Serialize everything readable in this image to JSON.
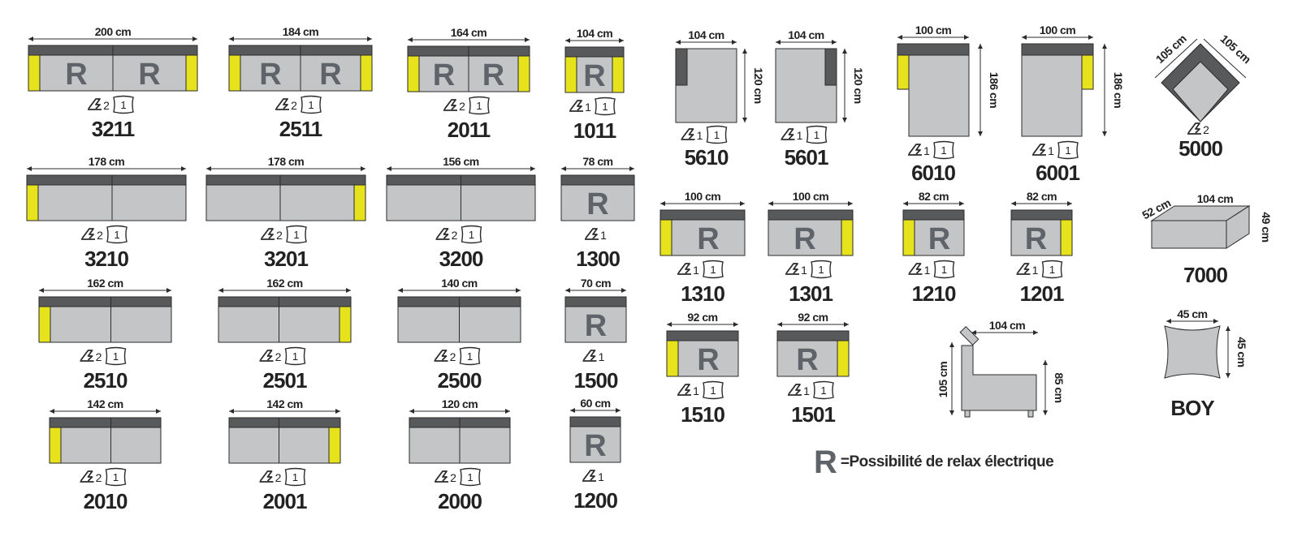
{
  "colors": {
    "seat": "#c4c5c7",
    "back": "#58595b",
    "arm": "#e6e21c",
    "outline": "#2b2b2b",
    "text": "#222222",
    "relax_letter": "#5f646a"
  },
  "legend": {
    "letter": "R",
    "text": "=Possibilité de relax électrique"
  },
  "modules": [
    {
      "id": "m3211",
      "code": "3211",
      "dim": "200 cm",
      "shape": "sofa",
      "seats": 2,
      "arm": "both",
      "relax": true,
      "icon": [
        "2",
        "1"
      ]
    },
    {
      "id": "m2511",
      "code": "2511",
      "dim": "184 cm",
      "shape": "sofa",
      "seats": 2,
      "arm": "both",
      "relax": true,
      "icon": [
        "2",
        "1"
      ]
    },
    {
      "id": "m2011",
      "code": "2011",
      "dim": "164 cm",
      "shape": "sofa",
      "seats": 2,
      "arm": "both",
      "relax": true,
      "icon": [
        "2",
        "1"
      ]
    },
    {
      "id": "m1011",
      "code": "1011",
      "dim": "104 cm",
      "shape": "sofa",
      "seats": 1,
      "arm": "both",
      "relax": true,
      "icon": [
        "1",
        "1"
      ]
    },
    {
      "id": "m3210",
      "code": "3210",
      "dim": "178 cm",
      "shape": "sofa",
      "seats": 2,
      "arm": "left",
      "relax": false,
      "icon": [
        "2",
        "1"
      ]
    },
    {
      "id": "m3201",
      "code": "3201",
      "dim": "178 cm",
      "shape": "sofa",
      "seats": 2,
      "arm": "right",
      "relax": false,
      "icon": [
        "2",
        "1"
      ]
    },
    {
      "id": "m3200",
      "code": "3200",
      "dim": "156 cm",
      "shape": "sofa",
      "seats": 2,
      "arm": "none",
      "relax": false,
      "icon": [
        "2",
        "1"
      ]
    },
    {
      "id": "m1300",
      "code": "1300",
      "dim": "78 cm",
      "shape": "sofa",
      "seats": 1,
      "arm": "none",
      "relax": true,
      "icon": [
        "1"
      ]
    },
    {
      "id": "m2510",
      "code": "2510",
      "dim": "162 cm",
      "shape": "sofa",
      "seats": 2,
      "arm": "left",
      "relax": false,
      "icon": [
        "2",
        "1"
      ]
    },
    {
      "id": "m2501",
      "code": "2501",
      "dim": "162 cm",
      "shape": "sofa",
      "seats": 2,
      "arm": "right",
      "relax": false,
      "icon": [
        "2",
        "1"
      ]
    },
    {
      "id": "m2500",
      "code": "2500",
      "dim": "140 cm",
      "shape": "sofa",
      "seats": 2,
      "arm": "none",
      "relax": false,
      "icon": [
        "2",
        "1"
      ]
    },
    {
      "id": "m1500",
      "code": "1500",
      "dim": "70 cm",
      "shape": "sofa",
      "seats": 1,
      "arm": "none",
      "relax": true,
      "icon": [
        "1"
      ]
    },
    {
      "id": "m2010",
      "code": "2010",
      "dim": "142 cm",
      "shape": "sofa",
      "seats": 2,
      "arm": "left",
      "relax": false,
      "icon": [
        "2",
        "1"
      ]
    },
    {
      "id": "m2001",
      "code": "2001",
      "dim": "142 cm",
      "shape": "sofa",
      "seats": 2,
      "arm": "right",
      "relax": false,
      "icon": [
        "2",
        "1"
      ]
    },
    {
      "id": "m2000",
      "code": "2000",
      "dim": "120 cm",
      "shape": "sofa",
      "seats": 2,
      "arm": "none",
      "relax": false,
      "icon": [
        "2",
        "1"
      ]
    },
    {
      "id": "m1200",
      "code": "1200",
      "dim": "60 cm",
      "shape": "sofa",
      "seats": 1,
      "arm": "none",
      "relax": true,
      "icon": [
        "1"
      ]
    },
    {
      "id": "m5610",
      "code": "5610",
      "dim": "104 cm",
      "dim2": "120 cm",
      "shape": "chaise",
      "side": "left",
      "icon": [
        "1",
        "1"
      ]
    },
    {
      "id": "m5601",
      "code": "5601",
      "dim": "104 cm",
      "dim2": "120 cm",
      "shape": "chaise",
      "side": "right",
      "icon": [
        "1",
        "1"
      ]
    },
    {
      "id": "m6010",
      "code": "6010",
      "dim": "100 cm",
      "dim2": "186 cm",
      "shape": "longchair",
      "side": "left",
      "icon": [
        "1",
        "1"
      ]
    },
    {
      "id": "m6001",
      "code": "6001",
      "dim": "100 cm",
      "dim2": "186 cm",
      "shape": "longchair",
      "side": "right",
      "icon": [
        "1",
        "1"
      ]
    },
    {
      "id": "m5000",
      "code": "5000",
      "dim": "105 cm",
      "dim2": "105 cm",
      "shape": "corner",
      "icon": [
        "2"
      ]
    },
    {
      "id": "m1310",
      "code": "1310",
      "dim": "100 cm",
      "shape": "sofa",
      "seats": 1,
      "arm": "left",
      "relax": true,
      "icon": [
        "1",
        "1"
      ]
    },
    {
      "id": "m1301",
      "code": "1301",
      "dim": "100 cm",
      "shape": "sofa",
      "seats": 1,
      "arm": "right",
      "relax": true,
      "icon": [
        "1",
        "1"
      ]
    },
    {
      "id": "m1210",
      "code": "1210",
      "dim": "82 cm",
      "shape": "sofa",
      "seats": 1,
      "arm": "left",
      "relax": true,
      "icon": [
        "1",
        "1"
      ]
    },
    {
      "id": "m1201",
      "code": "1201",
      "dim": "82 cm",
      "shape": "sofa",
      "seats": 1,
      "arm": "right",
      "relax": true,
      "icon": [
        "1",
        "1"
      ]
    },
    {
      "id": "m7000",
      "code": "7000",
      "dim": "104 cm",
      "dim2": "52 cm",
      "dim3": "49 cm",
      "shape": "pouf"
    },
    {
      "id": "m1510",
      "code": "1510",
      "dim": "92 cm",
      "shape": "sofa",
      "seats": 1,
      "arm": "left",
      "relax": true,
      "icon": [
        "1",
        "1"
      ]
    },
    {
      "id": "m1501",
      "code": "1501",
      "dim": "92 cm",
      "shape": "sofa",
      "seats": 1,
      "arm": "right",
      "relax": true,
      "icon": [
        "1",
        "1"
      ]
    },
    {
      "id": "mside",
      "code": "",
      "dim": "104 cm",
      "dim2": "105 cm",
      "dim3": "85 cm",
      "shape": "side"
    },
    {
      "id": "mboy",
      "code": "BOY",
      "dim": "45 cm",
      "dim2": "45 cm",
      "shape": "cushion"
    }
  ]
}
